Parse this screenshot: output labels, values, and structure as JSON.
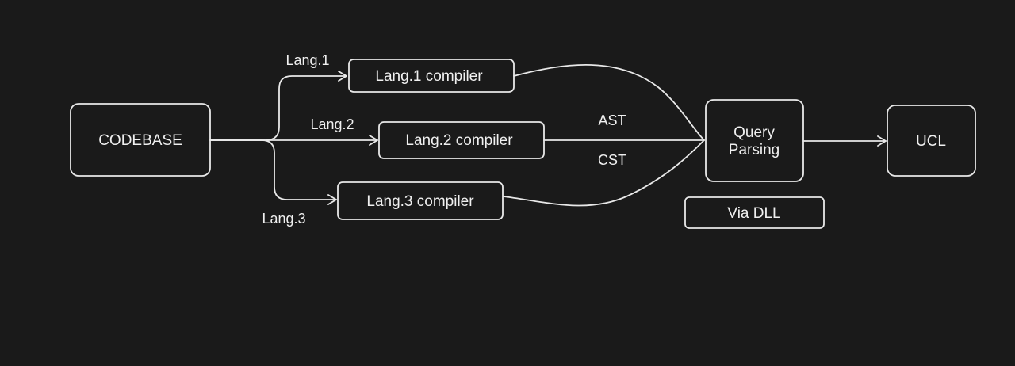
{
  "theme": {
    "background": "#1a1a1a",
    "stroke": "#e8e8e8",
    "text": "#f0f0f0"
  },
  "nodes": {
    "codebase": "CODEBASE",
    "lang1_compiler": "Lang.1 compiler",
    "lang2_compiler": "Lang.2 compiler",
    "lang3_compiler": "Lang.3 compiler",
    "query_parsing": [
      "Query",
      "Parsing"
    ],
    "via_dll": "Via DLL",
    "ucl": "UCL"
  },
  "edges": {
    "lang1": "Lang.1",
    "lang2": "Lang.2",
    "lang3": "Lang.3",
    "ast": "AST",
    "cst": "CST"
  }
}
